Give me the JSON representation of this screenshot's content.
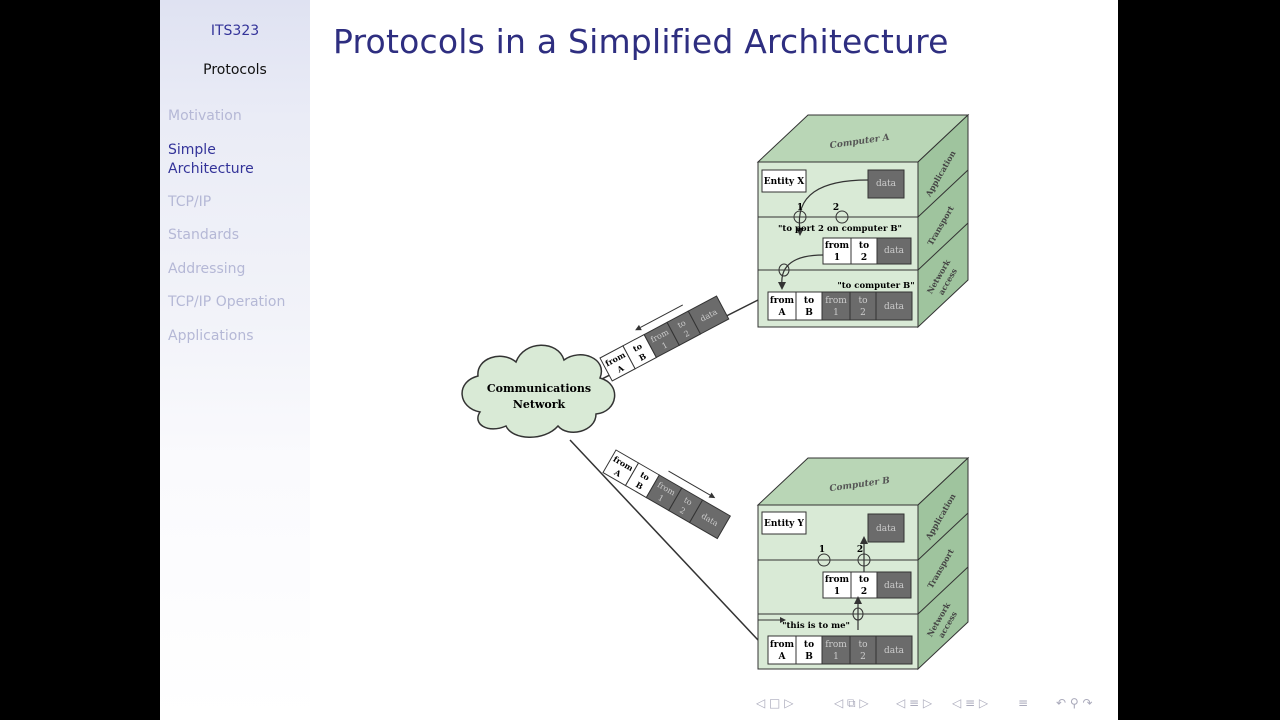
{
  "sidebar": {
    "title": "ITS323",
    "subtitle": "Protocols",
    "items": [
      {
        "label": "Motivation",
        "active": false
      },
      {
        "label": "Simple Architecture",
        "line1": "Simple",
        "line2": "Architecture",
        "active": true
      },
      {
        "label": "TCP/IP",
        "active": false
      },
      {
        "label": "Standards",
        "active": false
      },
      {
        "label": "Addressing",
        "active": false
      },
      {
        "label": "TCP/IP Operation",
        "active": false
      },
      {
        "label": "Applications",
        "active": false
      }
    ]
  },
  "slide": {
    "title": "Protocols in a Simplified Architecture"
  },
  "diagram": {
    "colors": {
      "box_front": "#d9ead6",
      "box_top": "#b9d6b6",
      "box_side": "#9fc49e",
      "dark_cell": "#6b6b6b",
      "line": "#333333"
    },
    "network_label_1": "Communications",
    "network_label_2": "Network",
    "computer_a": {
      "title": "Computer A",
      "entity": "Entity X",
      "layer_app": "Application",
      "layer_transport": "Transport",
      "layer_network_1": "Network",
      "layer_network_2": "access",
      "port_1": "1",
      "port_2": "2",
      "note_port": "\"to port 2 on computer B\"",
      "note_computer": "\"to computer B\""
    },
    "computer_b": {
      "title": "Computer B",
      "entity": "Entity Y",
      "layer_app": "Application",
      "layer_transport": "Transport",
      "layer_network_1": "Network",
      "layer_network_2": "access",
      "port_1": "1",
      "port_2": "2",
      "note_me": "\"this is to me\""
    },
    "pdu": {
      "from": "from",
      "to": "to",
      "data": "data",
      "a": "A",
      "b": "B",
      "n1": "1",
      "n2": "2"
    }
  },
  "navbar": {
    "icons": [
      "nav-left-icon",
      "nav-frame-icon",
      "nav-right-icon",
      "nav-subsection-icon",
      "nav-section-icon",
      "nav-toc-icon",
      "nav-search-icon"
    ]
  }
}
